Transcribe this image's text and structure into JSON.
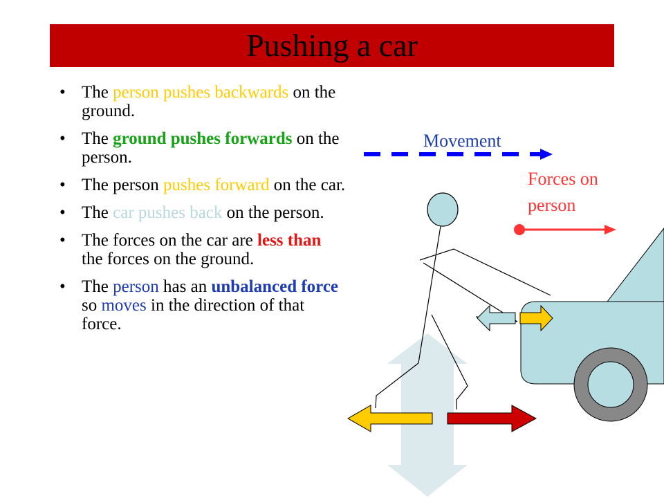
{
  "title": "Pushing a car",
  "colors": {
    "title_bg": "#c00000",
    "yellow_text": "#ffcc00",
    "green_text": "#16a316",
    "lightblue_text": "#b9d7e0",
    "red_text": "#e61515",
    "blue_text": "#1c3bb5",
    "movement_arrow": "#0000ff",
    "force_arrow": "#ff3333",
    "car_body": "#b6dde1",
    "wheel": "#888888",
    "arrow_yellow": "#ffcc00",
    "arrow_red": "#cc0000",
    "arrow_lightblue": "#dce9ed"
  },
  "bullets": [
    [
      {
        "text": "The ",
        "style": "plain"
      },
      {
        "text": "person pushes backwards",
        "style": "yellow"
      },
      {
        "text": " on the ground.",
        "style": "plain"
      }
    ],
    [
      {
        "text": "The ",
        "style": "plain"
      },
      {
        "text": "ground pushes forwards",
        "style": "green-bold"
      },
      {
        "text": " on the person.",
        "style": "plain"
      }
    ],
    [
      {
        "text": "The person ",
        "style": "plain"
      },
      {
        "text": "pushes forward",
        "style": "yellow"
      },
      {
        "text": " on the car.",
        "style": "plain"
      }
    ],
    [
      {
        "text": "The ",
        "style": "plain"
      },
      {
        "text": "car pushes back",
        "style": "lightblue"
      },
      {
        "text": " on the person.",
        "style": "plain"
      }
    ],
    [
      {
        "text": "The forces on the car are ",
        "style": "plain"
      },
      {
        "text": "less than",
        "style": "red-bold"
      },
      {
        "text": " the forces on the ground.",
        "style": "plain"
      }
    ],
    [
      {
        "text": "The ",
        "style": "plain"
      },
      {
        "text": "person",
        "style": "blue"
      },
      {
        "text": " has an ",
        "style": "plain"
      },
      {
        "text": "unbalanced force",
        "style": "blue-bold"
      },
      {
        "text": " so ",
        "style": "plain"
      },
      {
        "text": "moves",
        "style": "blue"
      },
      {
        "text": " in the direction of that force.",
        "style": "plain"
      }
    ]
  ],
  "labels": {
    "movement": "Movement",
    "forces_on_person": "Forces on person"
  },
  "icons": [
    "movement-arrow",
    "force-arrow",
    "stick-person",
    "car",
    "wheel"
  ]
}
